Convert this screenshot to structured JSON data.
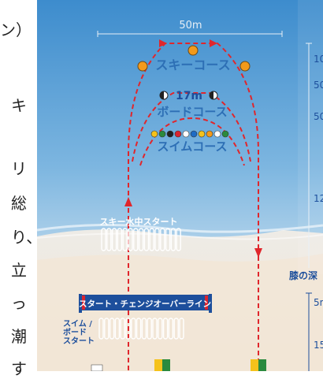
{
  "left_text": {
    "lines": [
      "ン）",
      "キ",
      "リ",
      "総",
      "り、",
      "立",
      "っ",
      "潮",
      "す"
    ]
  },
  "diagram": {
    "width_label": "50m",
    "ski_course_label": "スキーコース",
    "board_distance_label": "17m",
    "board_course_label": "ボードコース",
    "swim_course_label": "スイムコース",
    "ski_water_start_label": "スキー水中スタート",
    "start_changeover_label": "スタート・チェンジオーバーライン",
    "swim_board_start_label": [
      "スイム /",
      "ボード",
      "スタート"
    ],
    "knee_depth_label": "膝の深",
    "right_scale_labels": [
      "10",
      "50",
      "50",
      "12",
      "5m",
      "15"
    ]
  },
  "colors": {
    "sea_top": "#3f8fcf",
    "sea_bottom": "#cfe4f2",
    "sand": "#f3e9dc",
    "course_line": "#e0262c",
    "buoy_orange": "#f39a1b",
    "changeover_bar": "#1d4f9c",
    "label_blue": "#2d6fb5"
  }
}
